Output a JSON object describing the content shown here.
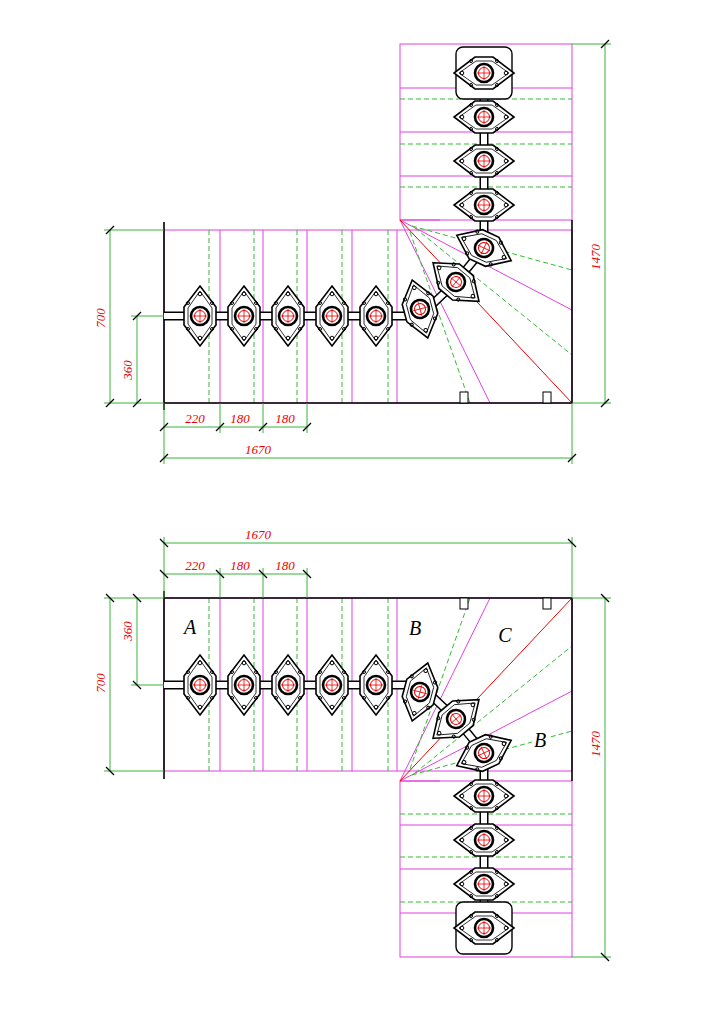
{
  "diagram": {
    "labels": [
      "700",
      "360",
      "220",
      "180",
      "180",
      "1670",
      "1470",
      "1670",
      "220",
      "180",
      "180",
      "700",
      "360",
      "A",
      "B",
      "C",
      "B",
      "1470"
    ]
  }
}
